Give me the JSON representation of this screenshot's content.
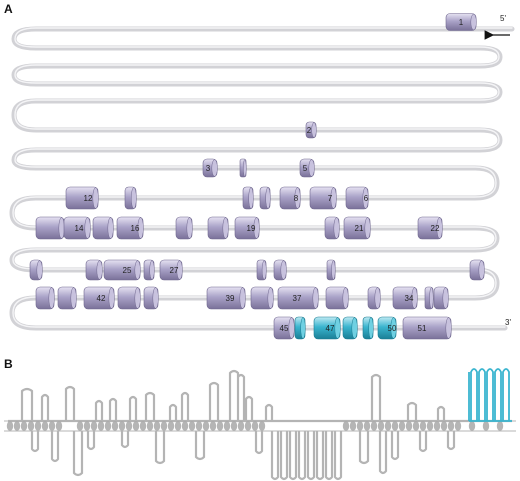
{
  "panels": [
    {
      "id": "A",
      "label": "A"
    },
    {
      "id": "B",
      "label": "B"
    }
  ],
  "gene_ends": {
    "five_prime": "5'",
    "three_prime": "3'"
  },
  "exon_numbers": [
    "1",
    "2",
    "3",
    "5",
    "6",
    "7",
    "8",
    "12",
    "14",
    "16",
    "19",
    "21",
    "22",
    "25",
    "27",
    "34",
    "37",
    "39",
    "42",
    "45",
    "47",
    "50",
    "51"
  ],
  "colors": {
    "strand": "#c8c8cc",
    "exon": "#a9a2c6",
    "exon_highlight": "#3ab5cf",
    "topology": "#aaaaaa",
    "topology_highlight": "#3ab5cf",
    "membrane": "#bbbbbb"
  },
  "icons": {
    "direction_arrow": "left-arrow-icon"
  }
}
